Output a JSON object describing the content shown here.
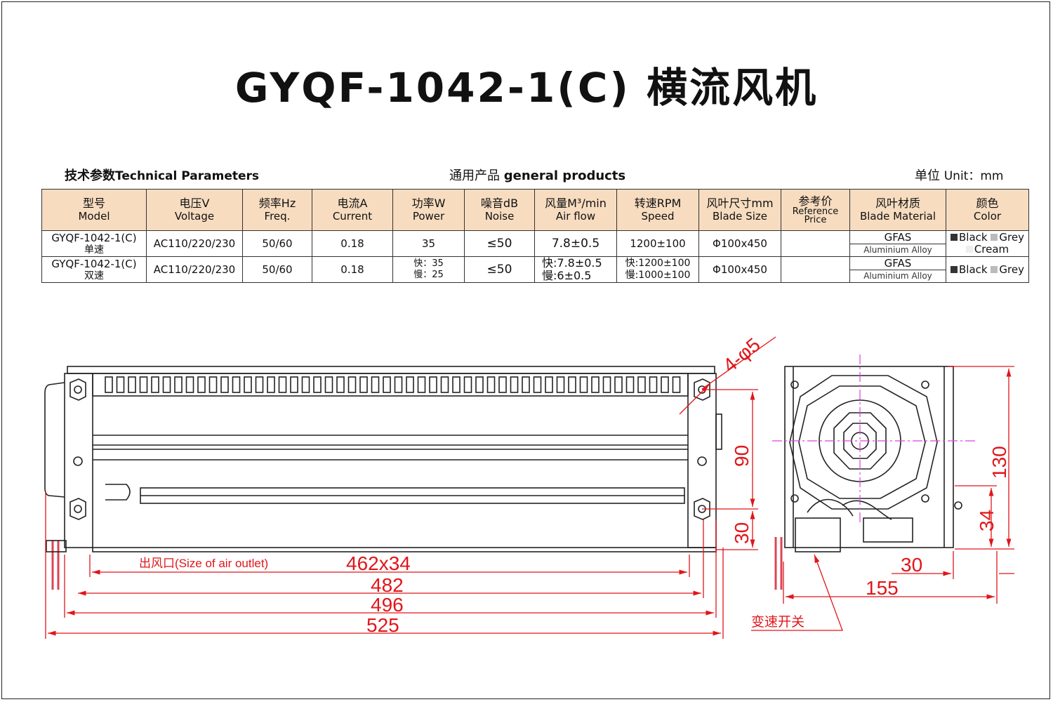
{
  "title": "GYQF-1042-1(C) 横流风机",
  "header": {
    "left_cn": "技术参数",
    "left_en": "Technical Parameters",
    "mid_cn": "通用产品",
    "mid_en": "general products",
    "right_cn": "单位",
    "right_en": "Unit：mm"
  },
  "table": {
    "columns": [
      {
        "cn": "型号",
        "en": "Model"
      },
      {
        "cn": "电压V",
        "en": "Voltage"
      },
      {
        "cn": "频率Hz",
        "en": "Freq."
      },
      {
        "cn": "电流A",
        "en": "Current"
      },
      {
        "cn": "功率W",
        "en": "Power"
      },
      {
        "cn": "噪音dB",
        "en": "Noise"
      },
      {
        "cn": "风量M³/min",
        "en": "Air flow"
      },
      {
        "cn": "转速RPM",
        "en": "Speed"
      },
      {
        "cn": "风叶尺寸mm",
        "en": "Blade Size"
      },
      {
        "cn": "参考价",
        "en": "Reference Price"
      },
      {
        "cn": "风叶材质",
        "en": "Blade Material"
      },
      {
        "cn": "颜色",
        "en": "Color"
      }
    ],
    "rows": [
      {
        "model": "GYQF-1042-1(C)",
        "model_type": "单速",
        "voltage": "AC110/220/230",
        "freq": "50/60",
        "current": "0.18",
        "power_1": "35",
        "power_2": "",
        "noise": "≤50",
        "airflow_1": "7.8±0.5",
        "airflow_2": "",
        "speed_1": "1200±100",
        "speed_2": "",
        "blade_size": "Φ100x450",
        "price": "",
        "material_1": "GFAS",
        "material_2": "Aluminium Alloy",
        "color_1": "Black",
        "color_2": "Grey",
        "color_3": "Cream"
      },
      {
        "model": "GYQF-1042-1(C)",
        "model_type": "双速",
        "voltage": "AC110/220/230",
        "freq": "50/60",
        "current": "0.18",
        "power_1": "快：35",
        "power_2": "慢：25",
        "noise": "≤50",
        "airflow_1": "快:7.8±0.5",
        "airflow_2": "慢:6±0.5",
        "speed_1": "快:1200±100",
        "speed_2": "慢:1000±100",
        "blade_size": "Φ100x450",
        "price": "",
        "material_1": "GFAS",
        "material_2": "Aluminium Alloy",
        "color_1": "Black",
        "color_2": "Grey"
      }
    ]
  },
  "drawing": {
    "hole_callout": "4-φ5",
    "outlet_label": "出风口(Size of  air outlet)",
    "dim_outlet": "462x34",
    "dim_482": "482",
    "dim_496": "496",
    "dim_525": "525",
    "dim_90": "90",
    "dim_30_left": "30",
    "dim_130": "130",
    "dim_34": "34",
    "dim_30_right": "30",
    "dim_155": "155",
    "switch_label": "变速开关",
    "colors": {
      "dimension": "#e0161a",
      "outline": "#222222",
      "centerline": "#e040e0"
    }
  }
}
